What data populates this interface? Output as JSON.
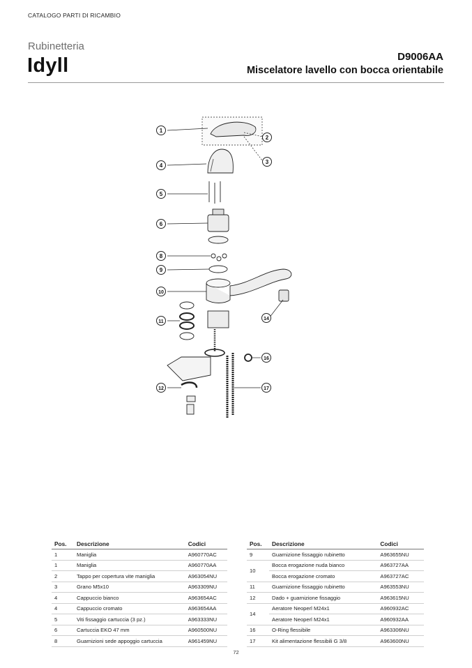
{
  "header": {
    "catalog_label": "CATALOGO PARTI DI RICAMBIO",
    "series_label": "Rubinetteria",
    "series_name": "Idyll",
    "product_code": "D9006AA",
    "product_title": "Miscelatore lavello con bocca orientabile"
  },
  "diagram": {
    "callouts": [
      "1",
      "2",
      "3",
      "4",
      "5",
      "6",
      "8",
      "9",
      "10",
      "11",
      "12",
      "14",
      "16",
      "17"
    ]
  },
  "table_left": {
    "headers": [
      "Pos.",
      "Descrizione",
      "Codici"
    ],
    "rows": [
      {
        "pos": "1",
        "desc": "Maniglia",
        "code": "A960770AC"
      },
      {
        "pos": "1",
        "desc": "Maniglia",
        "code": "A960770AA"
      },
      {
        "pos": "2",
        "desc": "Tappo per copertura vite maniglia",
        "code": "A963054NU"
      },
      {
        "pos": "3",
        "desc": "Grano M5x10",
        "code": "A963309NU"
      },
      {
        "pos": "4",
        "desc": "Cappuccio bianco",
        "code": "A963654AC"
      },
      {
        "pos": "4",
        "desc": "Cappuccio cromato",
        "code": "A963654AA"
      },
      {
        "pos": "5",
        "desc": "Viti fissaggio cartuccia (3 pz.)",
        "code": "A963333NU"
      },
      {
        "pos": "6",
        "desc": "Cartuccia EKO 47 mm",
        "code": "A960500NU"
      },
      {
        "pos": "8",
        "desc": "Guarnizioni sede appoggio cartuccia",
        "code": "A961459NU"
      }
    ]
  },
  "table_right": {
    "headers": [
      "Pos.",
      "Descrizione",
      "Codici"
    ],
    "rows": [
      {
        "pos": "9",
        "desc": "Guarnizione fissaggio rubinetto",
        "code": "A963655NU"
      },
      {
        "pos": "10",
        "desc": "Bocca erogazione nuda bianco",
        "code": "A963727AA"
      },
      {
        "pos": "",
        "desc": "Bocca erogazione cromato",
        "code": "A963727AC"
      },
      {
        "pos": "11",
        "desc": "Guarnizione fissaggio rubinetto",
        "code": "A963553NU"
      },
      {
        "pos": "12",
        "desc": "Dado + guarnizione fissaggio",
        "code": "A963615NU"
      },
      {
        "pos": "14",
        "desc": "Aeratore Neoperl M24x1",
        "code": "A960932AC"
      },
      {
        "pos": "",
        "desc": "Aeratore Neoperl M24x1",
        "code": "A960932AA"
      },
      {
        "pos": "16",
        "desc": "O-Ring flessibile",
        "code": "A963306NU"
      },
      {
        "pos": "17",
        "desc": "Kit alimentazione flessibili G 3/8",
        "code": "A963600NU"
      }
    ]
  },
  "footer": {
    "page_number": "72"
  }
}
